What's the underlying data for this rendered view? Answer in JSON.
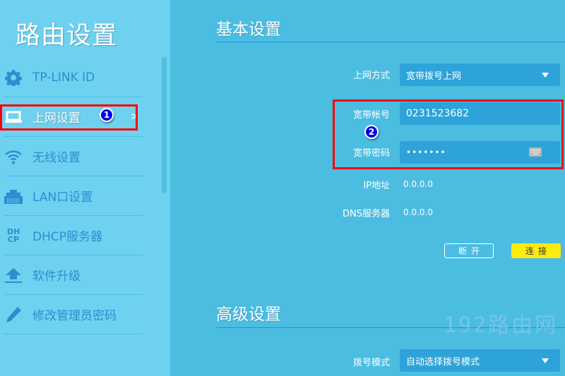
{
  "sidebar": {
    "title": "路由设置",
    "items": [
      {
        "label": "TP-LINK ID",
        "icon": "gear-icon"
      },
      {
        "label": "上网设置",
        "icon": "laptop-icon",
        "active": true,
        "chevron": ">"
      },
      {
        "label": "无线设置",
        "icon": "wifi-icon"
      },
      {
        "label": "LAN口设置",
        "icon": "ethernet-port-icon"
      },
      {
        "label": "DHCP服务器",
        "icon": "dhcp-icon"
      },
      {
        "label": "软件升级",
        "icon": "upload-icon"
      },
      {
        "label": "修改管理员密码",
        "icon": "pencil-icon"
      }
    ]
  },
  "annotations": {
    "badge1": "1",
    "badge2": "2",
    "highlight_color": "#ff0000"
  },
  "basic": {
    "title": "基本设置",
    "connection_type": {
      "label": "上网方式",
      "value": "宽带拨号上网"
    },
    "account": {
      "label": "宽带帐号",
      "value": "0231523682"
    },
    "password": {
      "label": "宽带密码",
      "value": "•••••••"
    },
    "ip": {
      "label": "IP地址",
      "value": "0.0.0.0"
    },
    "dns": {
      "label": "DNS服务器",
      "value": "0.0.0.0"
    },
    "disconnect_label": "断开",
    "connect_label": "连接"
  },
  "advanced": {
    "title": "高级设置",
    "dial_mode": {
      "label": "拨号模式",
      "value": "自动选择拨号模式"
    }
  },
  "watermark": "192路由网",
  "colors": {
    "sidebar_bg": "#6fd1f0",
    "main_bg": "#4bbde1",
    "field_bg": "#2ea3d9",
    "accent_text": "#2a8fd0",
    "connect_button": "#ffeb10"
  }
}
